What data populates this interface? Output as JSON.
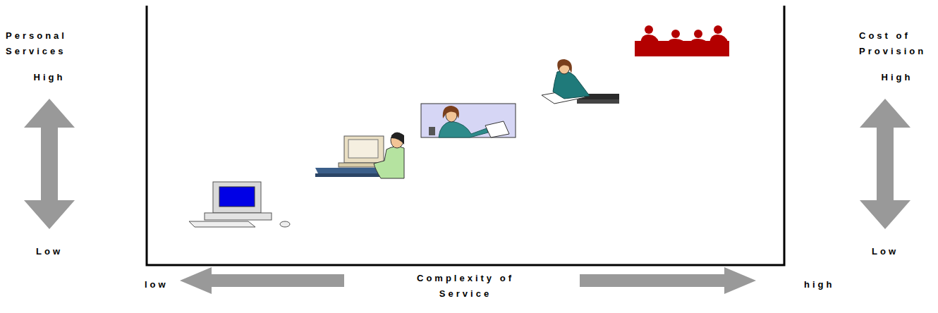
{
  "diagram": {
    "labels": [
      "Personal Services",
      "High",
      "Low",
      "Cost of Provision",
      "High",
      "Low",
      "low",
      "Complexity of Service",
      "high"
    ]
  }
}
